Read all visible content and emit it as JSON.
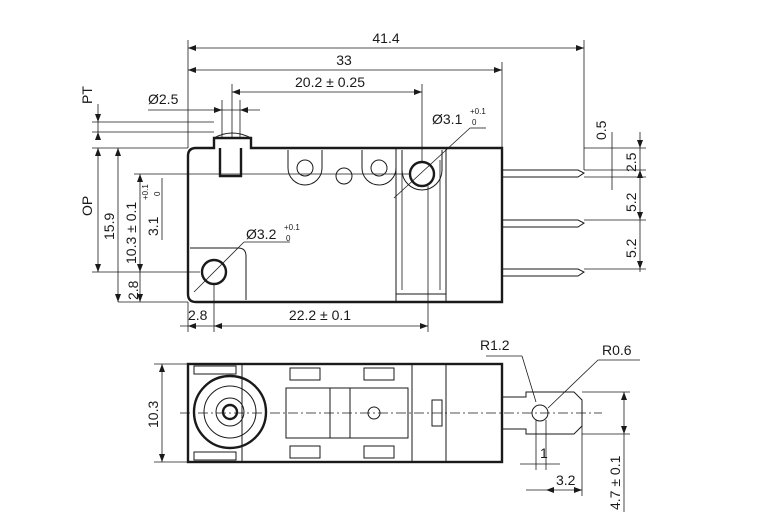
{
  "dimensions": {
    "overall_length": "41.4",
    "body_length": "33",
    "pivot_to_hole": "20.2 ± 0.25",
    "plunger_diameter": "Ø2.5",
    "upper_hole_diameter": "Ø3.1",
    "upper_hole_tol_top": "+0.1",
    "upper_hole_tol_bottom": "0",
    "lower_hole_diameter": "Ø3.2",
    "lower_hole_tol_top": "+0.1",
    "lower_hole_tol_bottom": "0",
    "pretravel": "PT",
    "operating_position": "OP",
    "op_height": "15.9",
    "hole_height": "10.3 ± 0.1",
    "hole_offset": "3.1",
    "hole_offset_tol_top": "+0.1",
    "hole_offset_tol_bottom": "0",
    "bottom_offset": "2.8",
    "left_offset": "2.8",
    "hole_spacing": "22.2 ± 0.1",
    "terminal_gap": "0.5",
    "terminal_top": "2.5",
    "terminal_pitch_1": "5.2",
    "terminal_pitch_2": "5.2",
    "body_width": "10.3",
    "inner_radius": "R1.2",
    "outer_radius": "R0.6",
    "terminal_thickness": "1",
    "terminal_hole_offset": "3.2",
    "terminal_width": "4.7 ± 0.1"
  }
}
